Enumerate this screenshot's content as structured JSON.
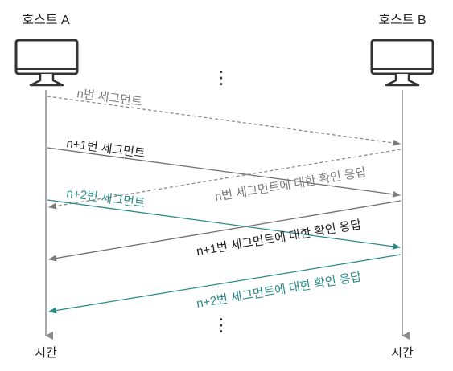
{
  "hosts": [
    {
      "id": "a",
      "label": "호스트 A",
      "time_label": "시간"
    },
    {
      "id": "b",
      "label": "호스트 B",
      "time_label": "시간"
    }
  ],
  "ellipsis": "⋮",
  "colors": {
    "dashed_gray": "#8c8c8c",
    "solid_gray": "#6e6e6e",
    "teal": "#2a8a86",
    "dark_text": "#1e1e1e",
    "gray_text": "#7a7a7a",
    "monitor": "#333333"
  },
  "messages": [
    {
      "id": "n-segment",
      "label": "n번 세그먼트",
      "style": "dashed-gray",
      "direction": "a-to-b"
    },
    {
      "id": "n1-segment",
      "label": "n+1번 세그먼트",
      "style": "solid-gray",
      "direction": "a-to-b"
    },
    {
      "id": "n-ack",
      "label": "n번 세그먼트에 대한 확인 응답",
      "style": "dashed-gray",
      "direction": "b-to-a"
    },
    {
      "id": "n2-segment",
      "label": "n+2번 세그먼트",
      "style": "teal",
      "direction": "a-to-b"
    },
    {
      "id": "n1-ack",
      "label": "n+1번 세그먼트에 대한 확인 응답",
      "style": "solid-gray",
      "direction": "b-to-a"
    },
    {
      "id": "n2-ack",
      "label": "n+2번 세그먼트에 대한 확인 응답",
      "style": "teal",
      "direction": "b-to-a"
    }
  ]
}
